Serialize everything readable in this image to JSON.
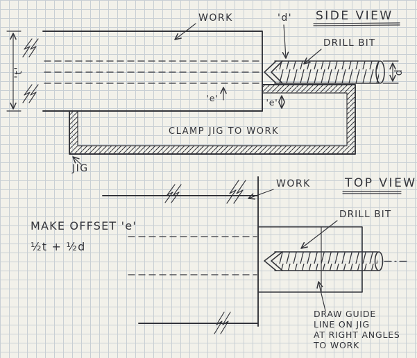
{
  "side_view": {
    "title": "SIDE VIEW",
    "work_label": "WORK",
    "drill_bit_label": "DRILL BIT",
    "d_callout": "'d'",
    "t_dim": "'t'",
    "e_dim_work": "'e'",
    "e_dim_jig": "'e'",
    "d_dim": "d",
    "clamp_note": "CLAMP JIG TO WORK",
    "jig_label": "JIG"
  },
  "top_view": {
    "title": "TOP VIEW",
    "work_label": "WORK",
    "drill_bit_label": "DRILL BIT",
    "offset_note": {
      "line1": "MAKE OFFSET 'e'",
      "line2": "½t + ½d"
    },
    "guide_note": {
      "line1": "DRAW GUIDE",
      "line2": "LINE ON JIG",
      "line3": "AT RIGHT ANGLES",
      "line4": "TO WORK"
    }
  },
  "colors": {
    "ink": "#33343a",
    "paper": "#f2f1ea",
    "grid": "#c8cfd4"
  }
}
